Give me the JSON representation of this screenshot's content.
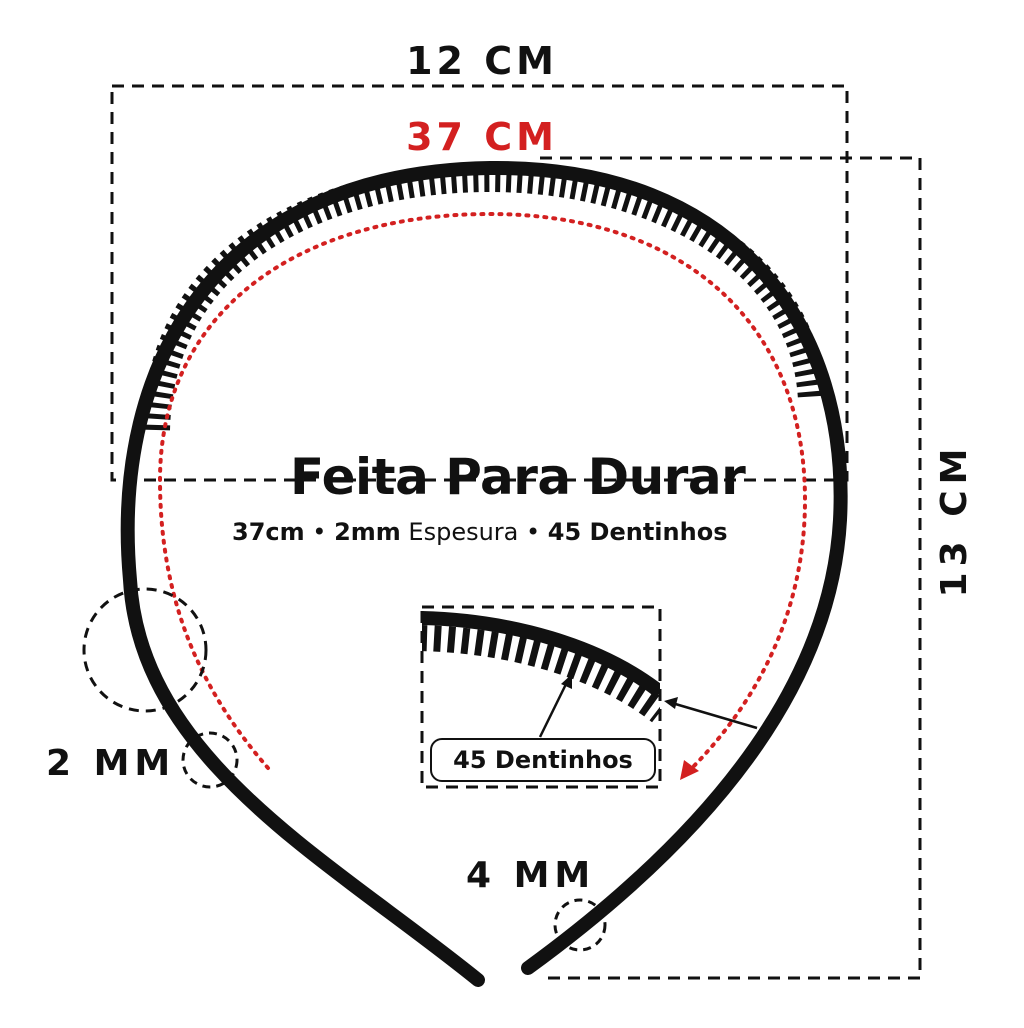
{
  "dimensions": {
    "top_width": "12 CM",
    "arc_length": "37 CM",
    "side_height": "13 CM",
    "thickness": "2 MM",
    "tip_width": "4 MM"
  },
  "headline": "Feita Para Durar",
  "specs": {
    "length": "37cm",
    "sep1": " • ",
    "thickness": "2mm",
    "thickness_label": " Espesura",
    "sep2": " • ",
    "teeth": "45 Dentinhos"
  },
  "detail_badge": "45 Dentinhos",
  "colors": {
    "band": "#111111",
    "accent_red": "#d32020",
    "dash": "#111111",
    "background": "#ffffff"
  }
}
